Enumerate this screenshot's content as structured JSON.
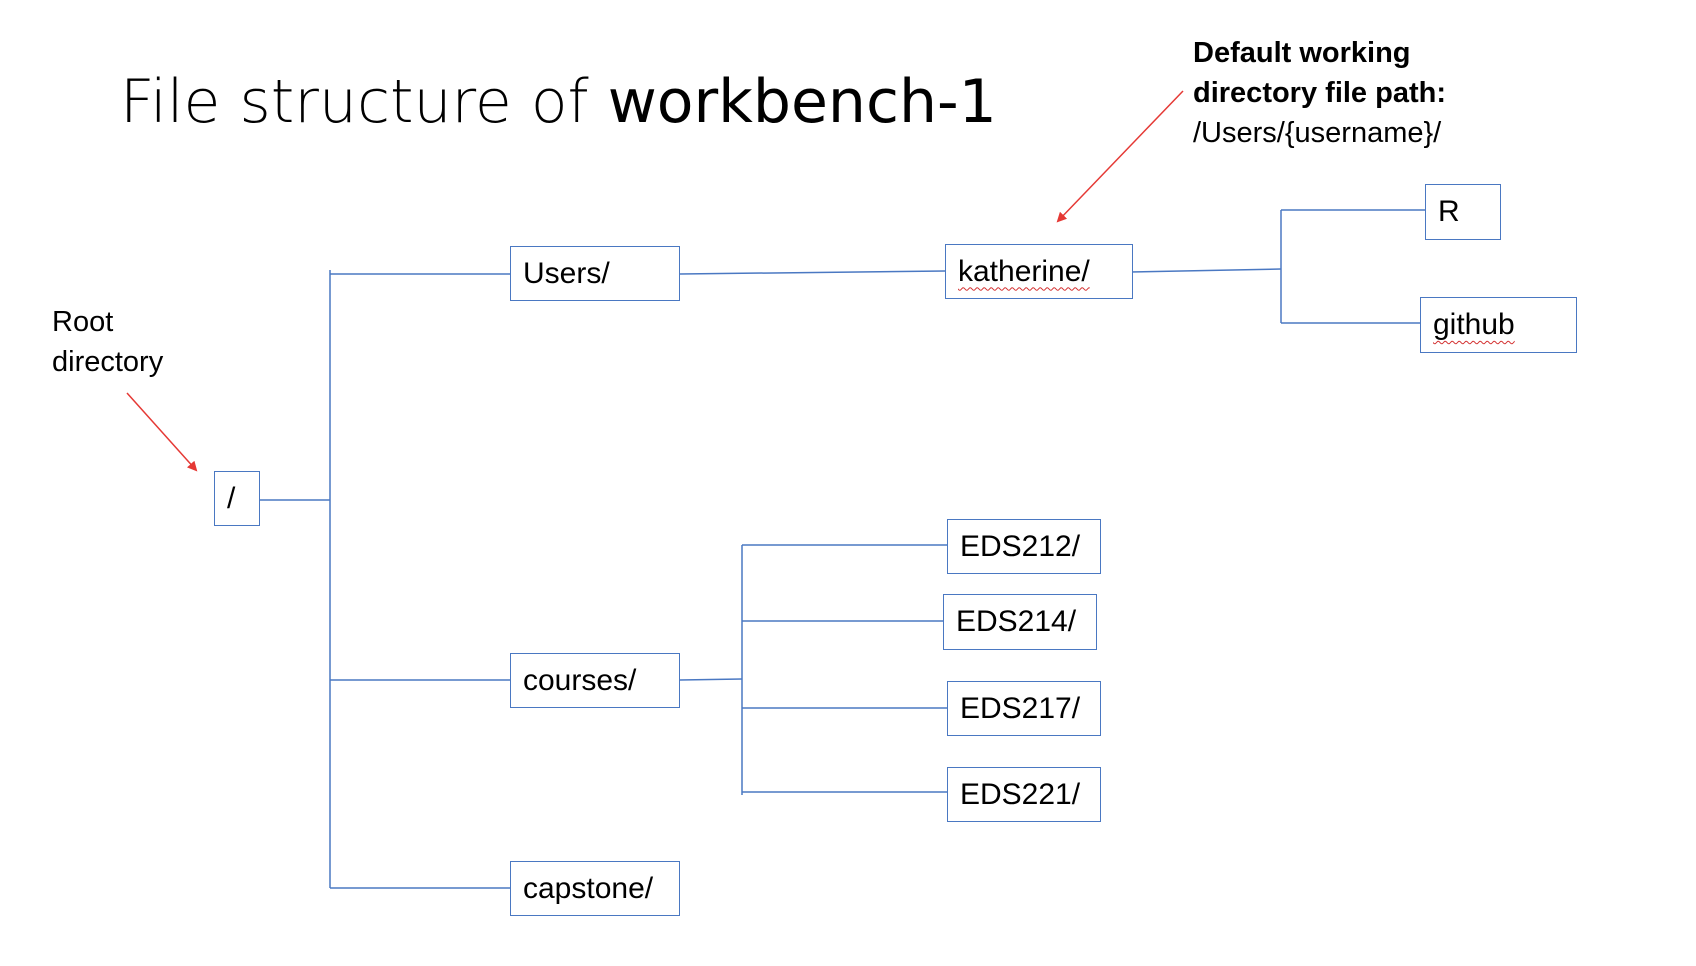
{
  "title": {
    "prefix": "File structure of ",
    "emphasis": "workbench-1"
  },
  "annotations": {
    "root_line1": "Root",
    "root_line2": "directory",
    "default_line1": "Default working",
    "default_line2": "directory file path:",
    "default_path": "/Users/{username}/"
  },
  "nodes": {
    "root": "/",
    "users": "Users/",
    "courses": "courses/",
    "capstone": "capstone/",
    "katherine": "katherine/",
    "r": "R",
    "github": "github",
    "eds212": "EDS212/",
    "eds214": "EDS214/",
    "eds217": "EDS217/",
    "eds221": "EDS221/"
  },
  "colors": {
    "line": "#4a78c2",
    "arrow": "#e53935",
    "spellcheck": "#d32f2f"
  }
}
